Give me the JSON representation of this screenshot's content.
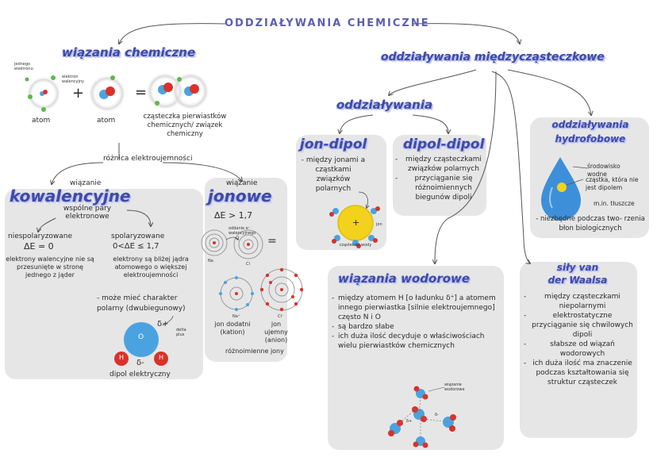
{
  "title": "ODDZIAŁYWANIA CHEMICZNE",
  "chemical_bonds": {
    "heading": "wiązania chemiczne",
    "hydrogen_electron_label": "jednego elektronu",
    "valence_electron_label": "elektron walencyjny",
    "atom_label_1": "atom",
    "atom_label_2": "atom",
    "plus": "+",
    "equals": "=",
    "molecule_label": "cząsteczka pierwiastków chemicznych/ związek chemiczny"
  },
  "electronegativity_label": "różnica elektroujemności",
  "covalent": {
    "pre_label": "wiązanie",
    "heading": "kowalencyjne",
    "shared_pairs": "wspólne pary elektronowe",
    "nonpolar_title": "niespolaryzowane",
    "nonpolar_formula": "ΔE = 0",
    "nonpolar_desc": "elektrony walencyjne nie są przesunięte w stronę jednego z jąder",
    "polar_title": "spolaryzowane",
    "polar_formula": "0<ΔE ≤ 1,7",
    "polar_desc": "elektrony są bliżej jądra atomowego o większej elektroujemności",
    "character_note": "- może mieć charakter polarny (dwubiegunowy)",
    "delta_plus": "δ+",
    "delta_minus": "δ-",
    "partial_charge_note": "delta plus",
    "o_label": "O",
    "h_label": "H",
    "dipole_label": "dipol elektryczny"
  },
  "ionic": {
    "pre_label": "wiązanie",
    "heading": "jonowe",
    "formula": "ΔE > 1,7",
    "transfer_note": "oddanie e⁻ walencyjnego",
    "na_label": "Na",
    "cl_label": "Cl",
    "na_ion_label": "Na⁺",
    "cl_ion_label": "Cl⁻",
    "equals": "=",
    "cation_label": "jon dodatni (kation)",
    "anion_label": "jon ujemny (anion)",
    "ions_note": "różnoimienne jony"
  },
  "intermolecular": {
    "heading": "oddziaływania międzycząsteczkowe",
    "sub_heading": "oddziaływania"
  },
  "ion_dipole": {
    "heading": "jon-dipol",
    "desc": "- między jonami a cząstkami związków polarnych",
    "ion_label": "+",
    "ion_name_note": "jon",
    "molecule_note": "cząsteczki wody"
  },
  "dipole_dipole": {
    "heading": "dipol-dipol",
    "items": [
      "między cząsteczkami związków polarnych",
      "przyciąganie się różnoimiennych biegunów dipoli"
    ]
  },
  "hydrophobic": {
    "heading_1": "oddziaływania",
    "heading_2": "hydrofobowe",
    "env_label": "środowisko wodne",
    "particle_label": "cząstka, która nie jest dipolem",
    "example": "m.in. tłuszcze",
    "desc": "- niezbędne podczas two- rzenia błon biologicznych"
  },
  "hydrogen_bonds": {
    "heading": "wiązania wodorowe",
    "items": [
      "między atomem H [o ładunku δ⁺] a atomem innego pierwiastka [silnie elektroujemnego] często N i O",
      "są bardzo słabe",
      "ich duża ilość decyduje o właściwościach wielu pierwiastków chemicznych"
    ],
    "bond_label": "wiązanie wodorowe",
    "delta_plus": "δ+",
    "delta_minus": "δ-"
  },
  "van_der_waals": {
    "heading_1": "siły van",
    "heading_2": "der Waalsa",
    "items": [
      "między cząsteczkami niepolarnymi",
      "elektrostatyczne przyciąganie się chwilowych dipoli",
      "słabsze od wiązań wodorowych",
      "ich duża ilość ma znaczenie podczas kształtowania się struktur cząsteczek"
    ]
  },
  "colors": {
    "heading_blue": "#3f4aa6",
    "panel_gray": "#e6e6e6",
    "atom_blue": "#4aa3e0",
    "atom_red": "#d9322b",
    "electron_green": "#5fb84a",
    "ion_yellow": "#f2d21c",
    "drop_blue": "#3d8fd9"
  }
}
